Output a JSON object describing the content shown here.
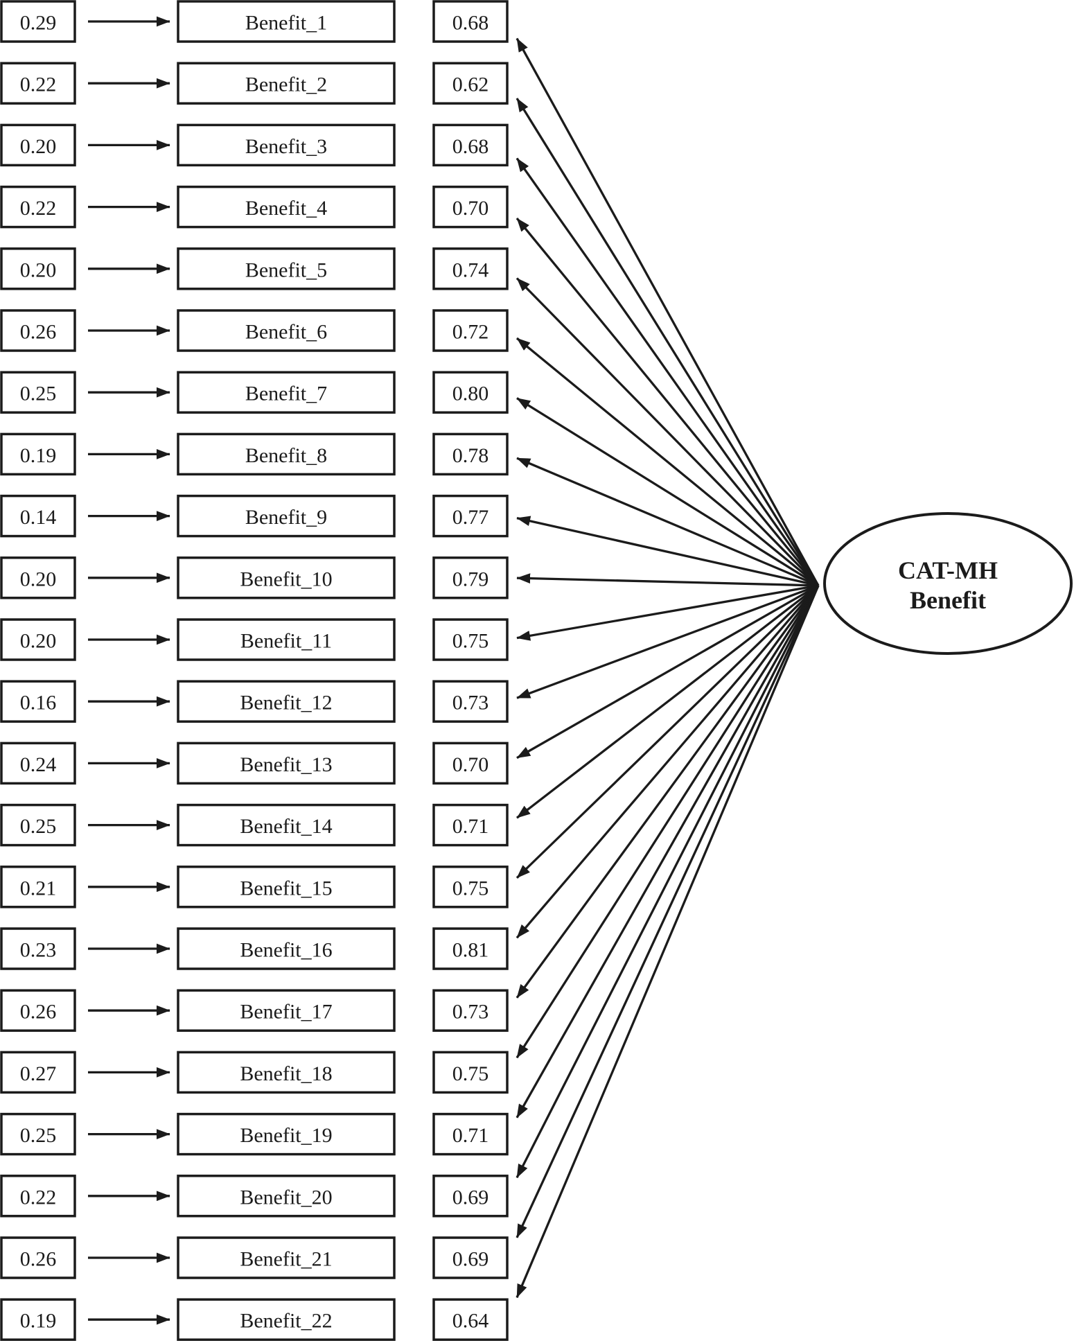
{
  "latent_factor": {
    "label_line1": "CAT-MH",
    "label_line2": "Benefit"
  },
  "indicators": [
    {
      "error": "0.29",
      "label": "Benefit_1",
      "loading": "0.68"
    },
    {
      "error": "0.22",
      "label": "Benefit_2",
      "loading": "0.62"
    },
    {
      "error": "0.20",
      "label": "Benefit_3",
      "loading": "0.68"
    },
    {
      "error": "0.22",
      "label": "Benefit_4",
      "loading": "0.70"
    },
    {
      "error": "0.20",
      "label": "Benefit_5",
      "loading": "0.74"
    },
    {
      "error": "0.26",
      "label": "Benefit_6",
      "loading": "0.72"
    },
    {
      "error": "0.25",
      "label": "Benefit_7",
      "loading": "0.80"
    },
    {
      "error": "0.19",
      "label": "Benefit_8",
      "loading": "0.78"
    },
    {
      "error": "0.14",
      "label": "Benefit_9",
      "loading": "0.77"
    },
    {
      "error": "0.20",
      "label": "Benefit_10",
      "loading": "0.79"
    },
    {
      "error": "0.20",
      "label": "Benefit_11",
      "loading": "0.75"
    },
    {
      "error": "0.16",
      "label": "Benefit_12",
      "loading": "0.73"
    },
    {
      "error": "0.24",
      "label": "Benefit_13",
      "loading": "0.70"
    },
    {
      "error": "0.25",
      "label": "Benefit_14",
      "loading": "0.71"
    },
    {
      "error": "0.21",
      "label": "Benefit_15",
      "loading": "0.75"
    },
    {
      "error": "0.23",
      "label": "Benefit_16",
      "loading": "0.81"
    },
    {
      "error": "0.26",
      "label": "Benefit_17",
      "loading": "0.73"
    },
    {
      "error": "0.27",
      "label": "Benefit_18",
      "loading": "0.75"
    },
    {
      "error": "0.25",
      "label": "Benefit_19",
      "loading": "0.71"
    },
    {
      "error": "0.22",
      "label": "Benefit_20",
      "loading": "0.69"
    },
    {
      "error": "0.26",
      "label": "Benefit_21",
      "loading": "0.69"
    },
    {
      "error": "0.19",
      "label": "Benefit_22",
      "loading": "0.64"
    }
  ],
  "colors": {
    "ink": "#1b1b1b",
    "background": "#ffffff"
  }
}
